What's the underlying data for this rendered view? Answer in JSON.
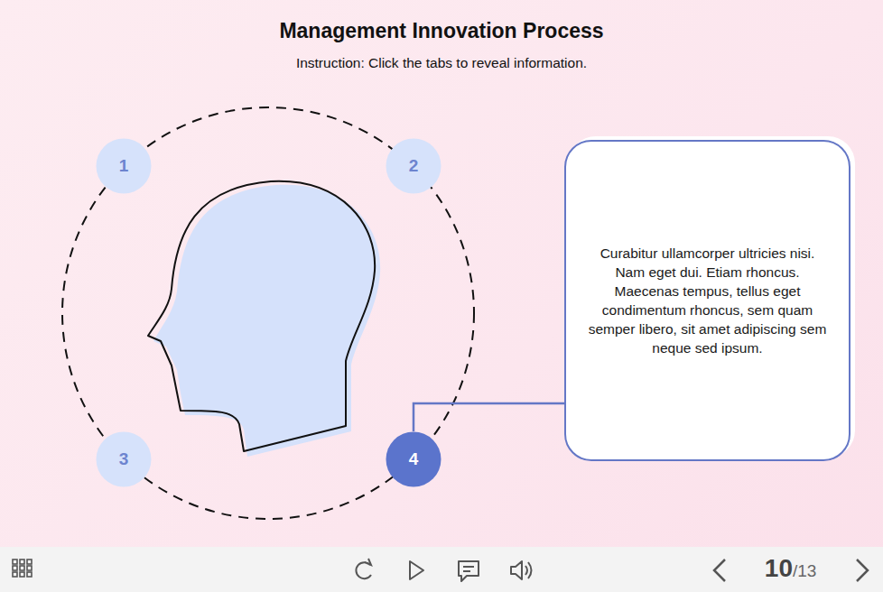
{
  "diagram": {
    "title": "Management Innovation Process",
    "nodes": [
      {
        "text": [
          "1"
        ]
      },
      {
        "text": [
          "2"
        ]
      },
      {
        "text": [
          "3"
        ]
      },
      {
        "text": [
          "4"
        ]
      },
      {
        "text": [
          "Curabitur ullamcorper ultricies nisi. Nam eget dui. Etiam rhoncus. Maecenas tempus, tellus eget condimentum rhoncus, sem quam semper libero, sit amet adipiscing sem neque sed ipsum."
        ]
      }
    ],
    "edges": [
      {
        "from": 3,
        "to": 4,
        "arrow": "none"
      }
    ],
    "labels": [
      "Instruction: Click the tabs to reveal information.",
      "10",
      "/13"
    ]
  }
}
